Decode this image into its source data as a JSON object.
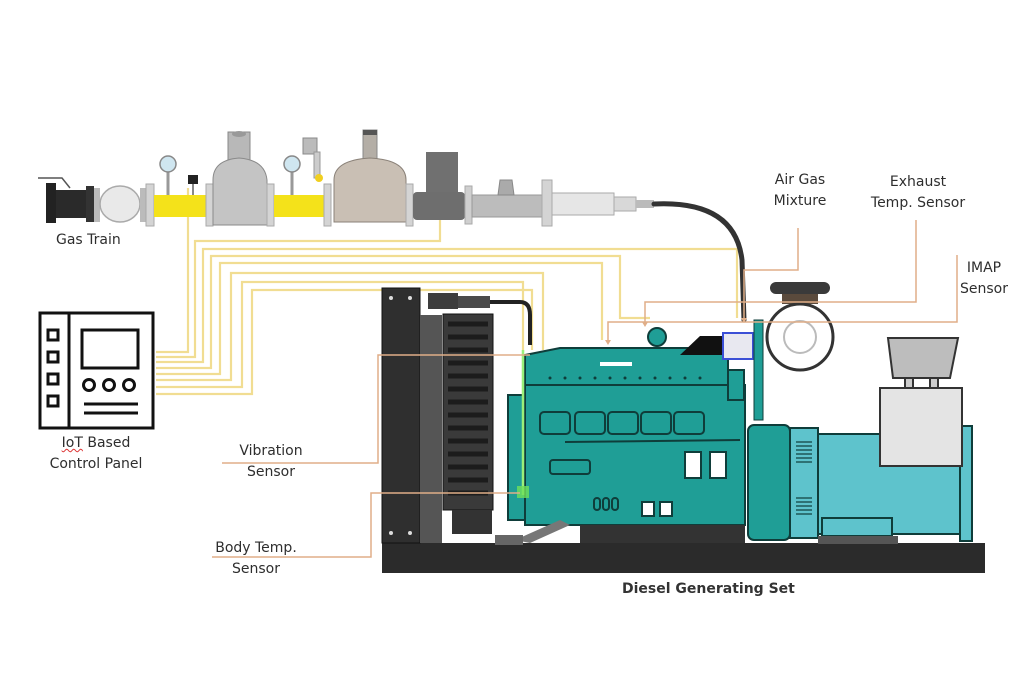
{
  "diagram": {
    "title": "Diesel Generating Set",
    "labels": {
      "gas_train": "Gas Train",
      "control_panel_line1": "IoT Based",
      "control_panel_line1_word": "IoT",
      "control_panel_line1_rest": " Based",
      "control_panel_line2": "Control Panel",
      "air_gas_line1": "Air Gas",
      "air_gas_line2": "Mixture",
      "exhaust_line1": "Exhaust",
      "exhaust_line2": "Temp. Sensor",
      "imap_line1": "IMAP",
      "imap_line2": "Sensor",
      "vibration_line1": "Vibration",
      "vibration_line2": "Sensor",
      "body_temp_line1": "Body Temp.",
      "body_temp_line2": "Sensor"
    },
    "colors": {
      "engine_teal": "#1f9e96",
      "alternator_blue": "#5ec3cc",
      "signal_wire": "#f3e3a0",
      "sensor_leader": "#e0b08a",
      "gas_pipe_yellow": "#f4e21a",
      "radiator_dark": "#2f2f2f",
      "base_frame": "#2b2b2b"
    }
  }
}
